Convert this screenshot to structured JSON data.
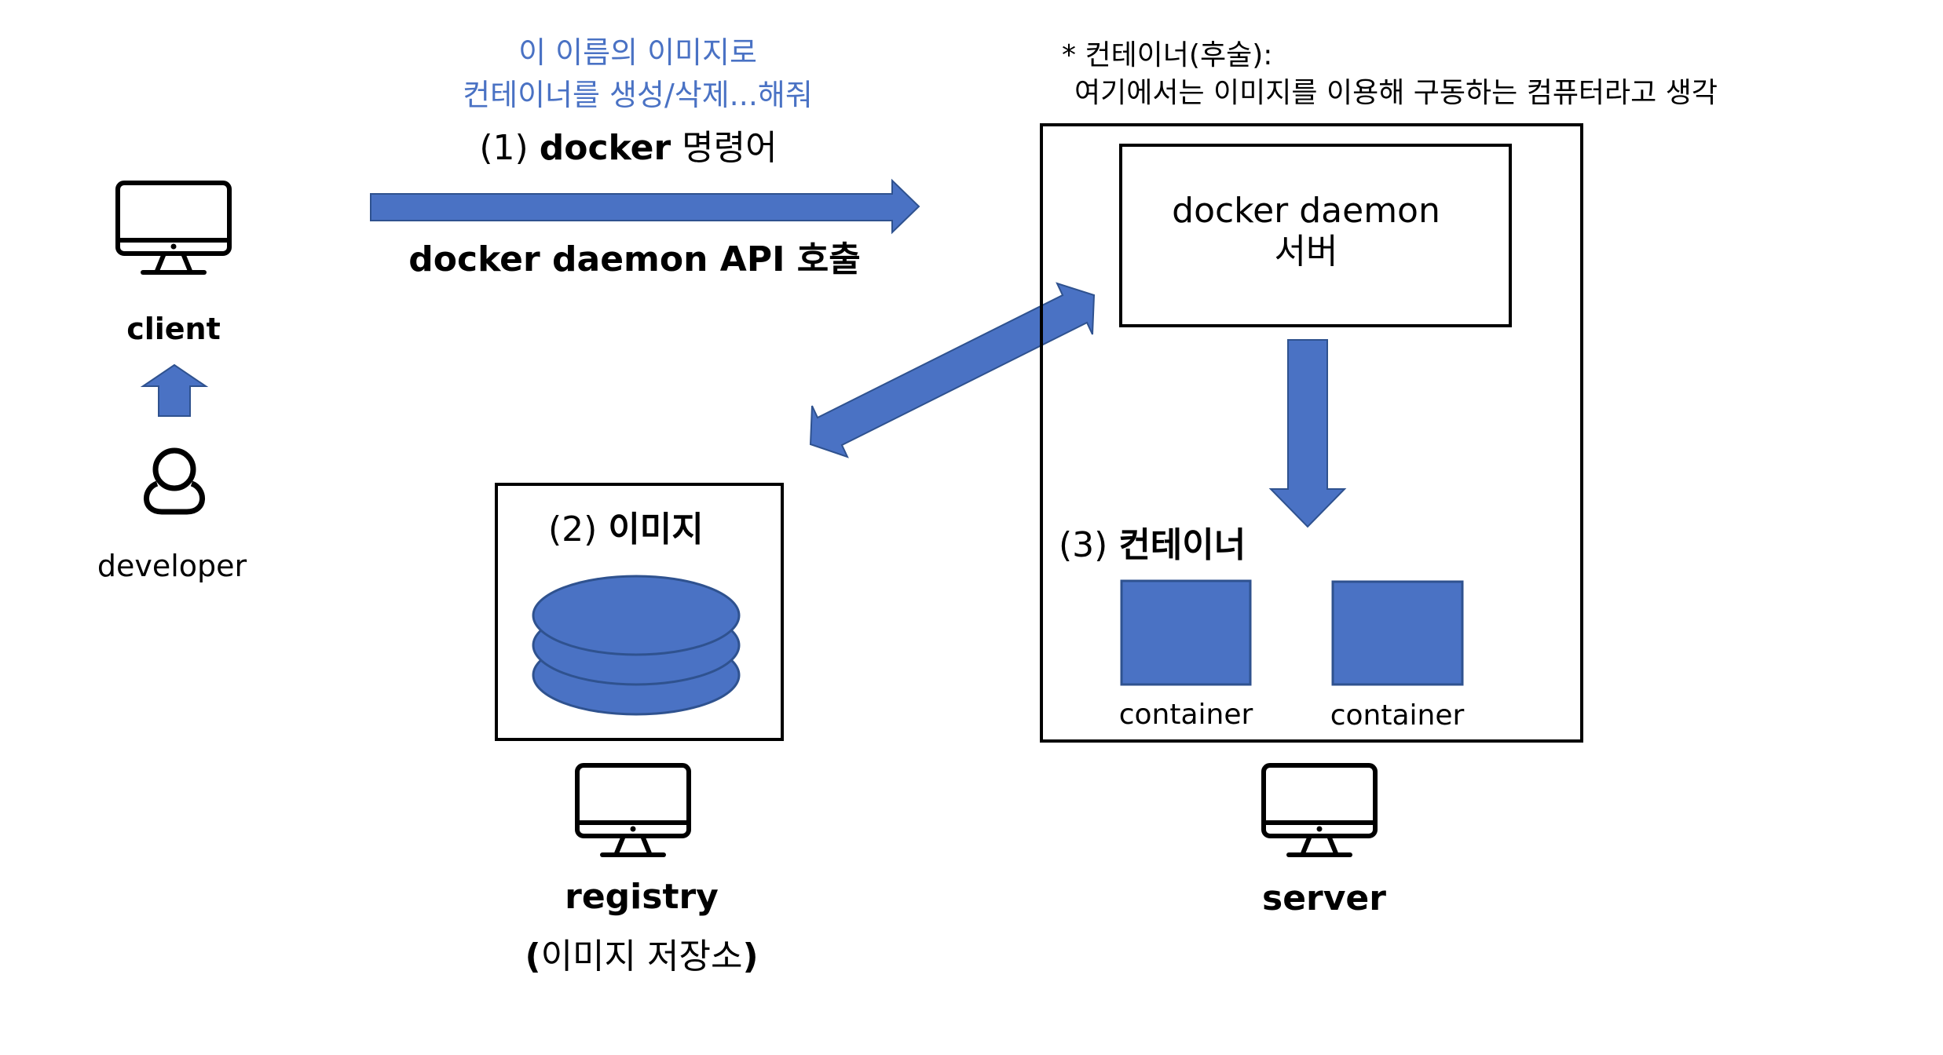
{
  "colors": {
    "accent": "#4a72c4",
    "stroke": "#000000",
    "background": "#ffffff"
  },
  "client": {
    "label": "client",
    "icon": "monitor-icon"
  },
  "developer": {
    "label": "developer",
    "icon": "person-icon"
  },
  "command": {
    "annotation_line1": "이 이름의 이미지로",
    "annotation_line2": "컨테이너를 생성/삭제...해줘",
    "step_prefix": "(1)",
    "step_bold": "docker",
    "step_suffix": "명령어",
    "api_label": "docker daemon API 호출"
  },
  "note": {
    "line1": "* 컨테이너(후술):",
    "line2": "여기에서는 이미지를 이용해 구동하는 컴퓨터라고 생각"
  },
  "daemon": {
    "line1": "docker daemon",
    "line2": "서버"
  },
  "registry": {
    "step_prefix": "(2)",
    "step_bold": "이미지",
    "label": "registry",
    "sublabel_open": "(",
    "sublabel_text": "이미지 저장소",
    "sublabel_close": ")"
  },
  "containers": {
    "step_prefix": "(3)",
    "step_bold": "컨테이너",
    "items": [
      {
        "label": "container"
      },
      {
        "label": "container"
      }
    ]
  },
  "server": {
    "label": "server",
    "icon": "monitor-icon"
  }
}
